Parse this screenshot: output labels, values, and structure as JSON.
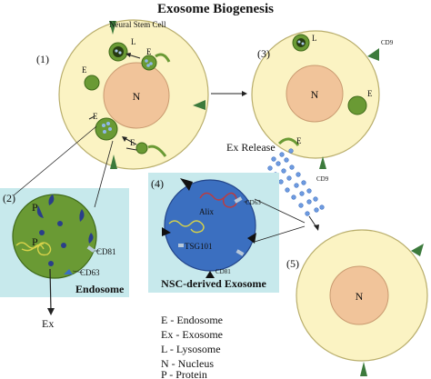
{
  "title": "Exosome Biogenesis",
  "cell1": {
    "number": "(1)",
    "header": "Neural Stem Cell",
    "nucleus": "N",
    "lysosome": "L",
    "endosome_labels": [
      "E",
      "E",
      "E",
      "E"
    ]
  },
  "cell3": {
    "number": "(3)",
    "nucleus": "N",
    "lysosome": "L",
    "endosome": "E",
    "endosome_release": "E",
    "cd9_top": "CD9",
    "cd9_bottom": "CD9",
    "release_label": "Ex Release"
  },
  "panel2": {
    "number": "(2)",
    "protein_a": "P",
    "protein_b": "P",
    "cd81": "CD81",
    "cd63": "CD63",
    "caption": "Endosome",
    "exosome_out": "Ex"
  },
  "panel4": {
    "number": "(4)",
    "alix": "Alix",
    "tsg101": "TSG101",
    "cd63": "CD63",
    "cd81": "CD81",
    "caption": "NSC-derived Exosome"
  },
  "cell5": {
    "number": "(5)",
    "nucleus": "N"
  },
  "legend": [
    "E - Endosome",
    "Ex - Exosome",
    "L - Lysosome",
    "N - Nucleus",
    "P - Protein"
  ],
  "colors": {
    "cell": "#fbf3c3",
    "cell_border": "#b9ae6c",
    "nucleus": "#f1c49a",
    "endosome": "#6a9a34",
    "panel_bg": "#c7e9ec",
    "exosome": "#3b6fc0",
    "exosome_dot": "#6f9be0"
  }
}
